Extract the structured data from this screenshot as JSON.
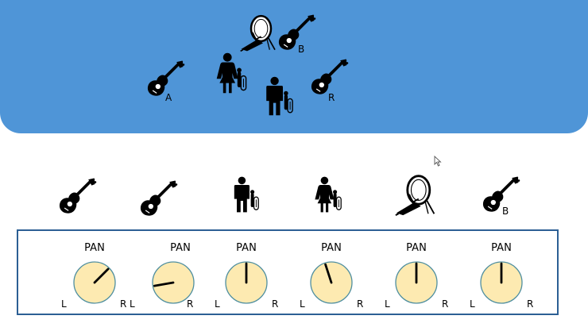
{
  "stage": {
    "labels": {
      "left_guitar": "A",
      "back_guitar": "B",
      "right_guitar": "R"
    }
  },
  "strip": {
    "icons": [
      {
        "icon": "acoustic-guitar-icon",
        "label": ""
      },
      {
        "icon": "acoustic-guitar-icon",
        "label": ""
      },
      {
        "icon": "male-singer-icon",
        "label": ""
      },
      {
        "icon": "female-singer-icon",
        "label": ""
      },
      {
        "icon": "bass-drum-icon",
        "label": ""
      },
      {
        "icon": "acoustic-guitar-icon",
        "label": "B"
      }
    ]
  },
  "mixer": {
    "channels": [
      {
        "label": "PAN",
        "left": "L",
        "right": "R",
        "angle_deg": 45
      },
      {
        "label": "PAN",
        "left": "L",
        "right": "R",
        "angle_deg": -100
      },
      {
        "label": "PAN",
        "left": "L",
        "right": "R",
        "angle_deg": 0
      },
      {
        "label": "PAN",
        "left": "L",
        "right": "R",
        "angle_deg": -18
      },
      {
        "label": "PAN",
        "left": "L",
        "right": "R",
        "angle_deg": 0
      },
      {
        "label": "PAN",
        "left": "L",
        "right": "R",
        "angle_deg": 0
      }
    ]
  },
  "colors": {
    "stage": "#4f95d7",
    "knob_fill": "#fdeab1",
    "knob_border": "#4f8fa0",
    "panel_border": "#2c5f94"
  }
}
